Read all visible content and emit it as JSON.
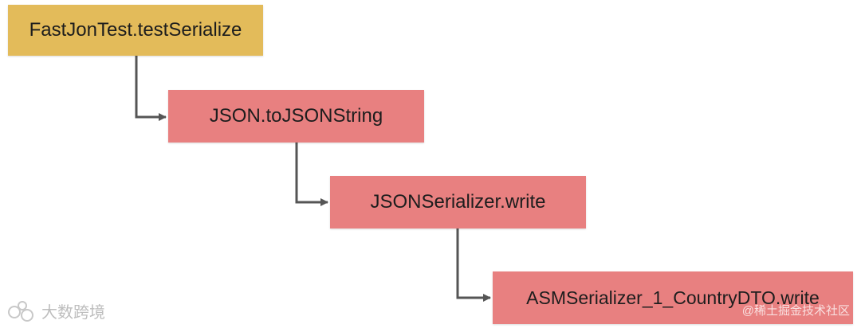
{
  "nodes": [
    {
      "id": "n1",
      "label": "FastJonTest.testSerialize",
      "color": "#e3bb5a"
    },
    {
      "id": "n2",
      "label": "JSON.toJSONString",
      "color": "#e88080"
    },
    {
      "id": "n3",
      "label": "JSONSerializer.write",
      "color": "#e88080"
    },
    {
      "id": "n4",
      "label": "ASMSerializer_1_CountryDTO.write",
      "color": "#e88080"
    }
  ],
  "edges": [
    {
      "from": "n1",
      "to": "n2"
    },
    {
      "from": "n2",
      "to": "n3"
    },
    {
      "from": "n3",
      "to": "n4"
    }
  ],
  "watermarks": {
    "left": "大数跨境",
    "right": "@稀土掘金技术社区"
  },
  "colors": {
    "edge": "#555555"
  }
}
